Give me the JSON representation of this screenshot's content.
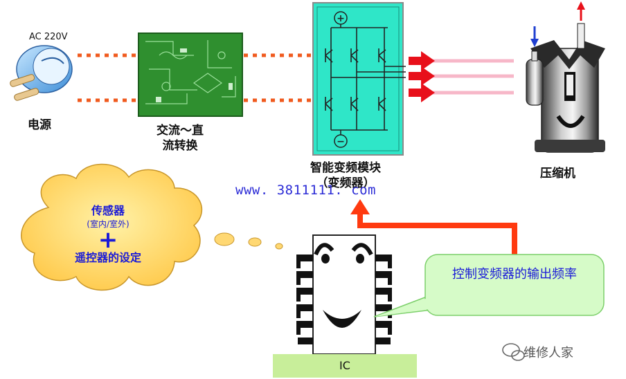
{
  "labels": {
    "ac_voltage": "AC 220V",
    "power_source": "电源",
    "ac_dc_line1": "交流～直",
    "ac_dc_line2": "流转换",
    "ipm_line1": "智能变频模块",
    "ipm_line2": "（变频器）",
    "compressor": "压缩机",
    "website": "www. 3811111. com",
    "cloud_line1": "传感器",
    "cloud_line2": "(室内/室外)",
    "cloud_plus": "+",
    "cloud_line3": "遥控器的设定",
    "bubble_text": "控制变频器的输出频率",
    "ic": "IC",
    "watermark": "维修人家",
    "terminal_plus": "+",
    "terminal_minus": "−"
  },
  "colors": {
    "wire_dotted": "#f05a1e",
    "pcb_green": "#2f8f2f",
    "module_cyan": "#2fe6c8",
    "output_arrow_red": "#e8101a",
    "output_line_pink": "#f7b7c8",
    "control_arrow_red": "#ff3a10",
    "cloud_fill": "#ffd873",
    "bubble_fill": "#d6fbc8",
    "text_blue": "#1a1ad8",
    "ic_label_green": "#c8ee9a"
  },
  "icons": [
    "plug-icon",
    "pcb-board-icon",
    "igbt-module-icon",
    "compressor-face-icon",
    "ic-chip-face-icon",
    "thought-cloud",
    "speech-bubble",
    "wechat-icon"
  ]
}
